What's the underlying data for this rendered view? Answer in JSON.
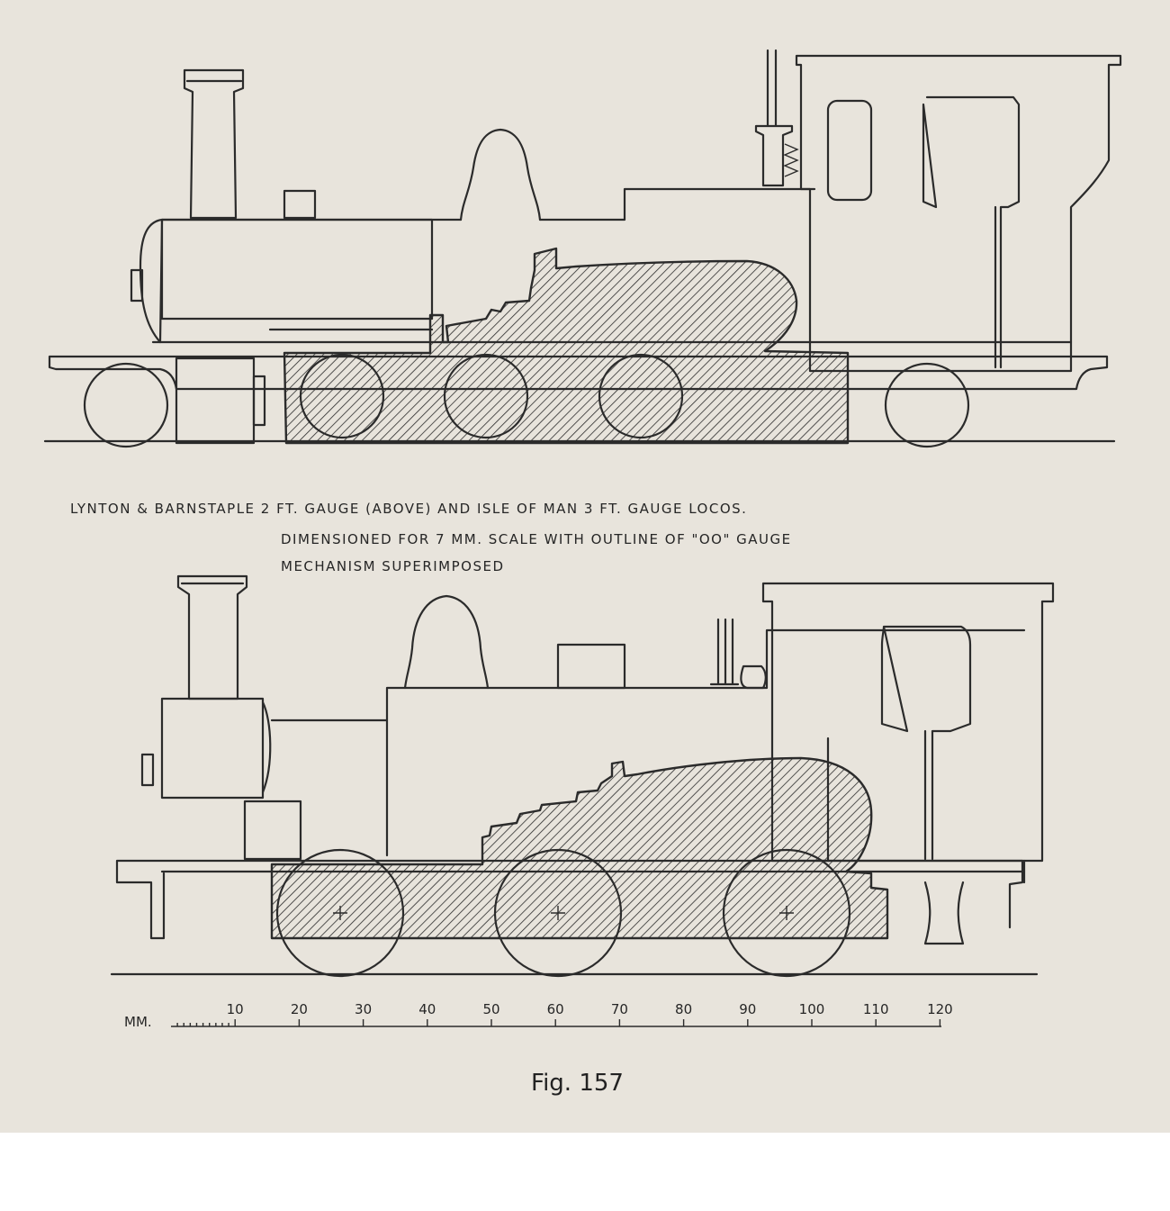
{
  "caption": {
    "line1": "LYNTON & BARNSTAPLE 2 FT. GAUGE (ABOVE) AND ISLE OF MAN 3 FT. GAUGE LOCOS.",
    "line2": "DIMENSIONED FOR 7 MM. SCALE WITH OUTLINE OF \"OO\" GAUGE",
    "line3": "MECHANISM SUPERIMPOSED"
  },
  "scale": {
    "unit": "MM.",
    "ticks": [
      "10",
      "20",
      "30",
      "40",
      "50",
      "60",
      "70",
      "80",
      "90",
      "100",
      "110",
      "120"
    ]
  },
  "figure_label": "Fig. 157",
  "colors": {
    "ink": "#2b2b2b",
    "paper": "#e8e4dc"
  }
}
